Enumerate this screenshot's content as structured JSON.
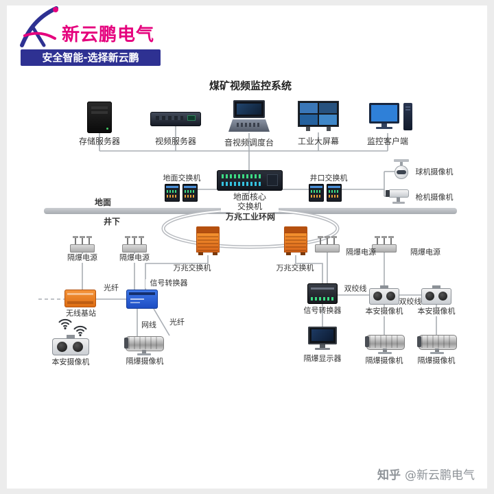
{
  "brand": {
    "name": "新云鹏电气",
    "tagline": "安全智能-选择新云鹏"
  },
  "title": "煤矿视频监控系统",
  "top_devices": {
    "storage_server": "存储服务器",
    "video_server": "视频服务器",
    "av_console": "音视频调度台",
    "big_screen": "工业大屏幕",
    "client": "监控客户端"
  },
  "network": {
    "ground_switch": "地面交换机",
    "wellhead_switch": "井口交换机",
    "core_switch_line1": "地面核心",
    "core_switch_line2": "交换机",
    "ring_label": "万兆工业环网",
    "ten_g_switch": "万兆交换机"
  },
  "zones": {
    "surface": "地面",
    "underground": "井下"
  },
  "cameras": {
    "dome": "球机摄像机",
    "bullet": "枪机摄像机",
    "intrinsic": "本安摄像机",
    "flameproof": "隔爆摄像机"
  },
  "devices": {
    "flameproof_power": "隔爆电源",
    "wireless_base": "无线基站",
    "signal_converter": "信号转换器",
    "flameproof_display": "隔爆显示器"
  },
  "links": {
    "fiber": "光纤",
    "net_cable": "网线",
    "twisted_pair": "双绞线"
  },
  "watermark": {
    "site": "知乎",
    "handle": "@新云鹏电气"
  },
  "colors": {
    "brand_magenta": "#e5007d",
    "brand_blue": "#2e3192",
    "device_orange": "#e8731a",
    "device_blue": "#2457cd",
    "line_gray": "#a8adb3"
  }
}
